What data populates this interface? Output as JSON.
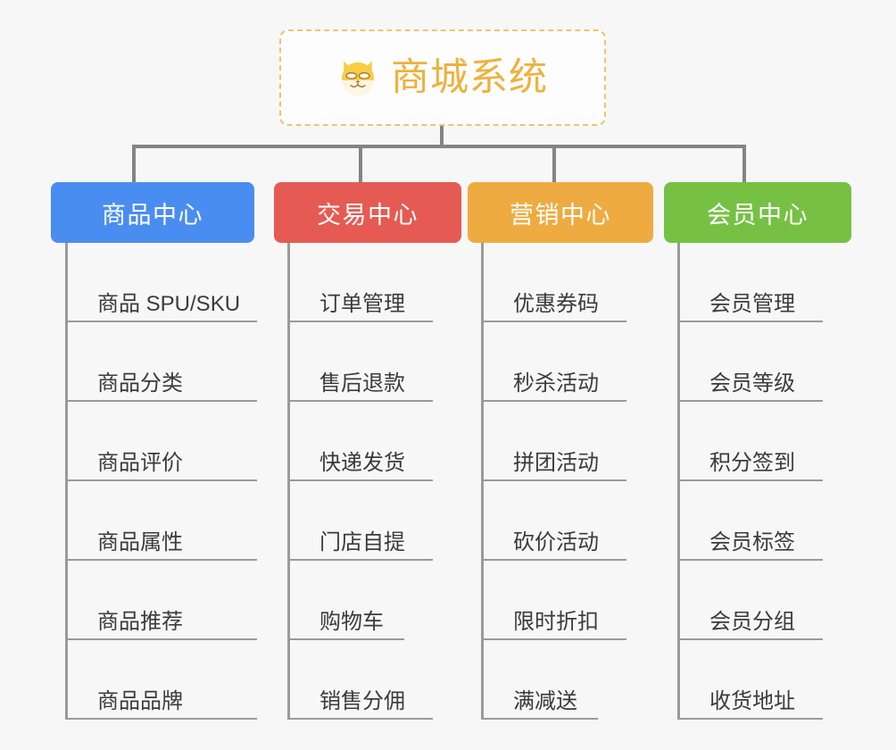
{
  "canvas": {
    "background": "#f7f7f7",
    "line_color": "#848484",
    "rail_color": "#9a9a9a"
  },
  "root": {
    "title": "商城系统",
    "icon": "shiba-dog-face-icon",
    "text_color": "#efb13c",
    "border_color": "#f0c36a"
  },
  "branches": [
    {
      "label": "商品中心",
      "color": "#4a8df0",
      "leaves": [
        "商品 SPU/SKU",
        "商品分类",
        "商品评价",
        "商品属性",
        "商品推荐",
        "商品品牌"
      ]
    },
    {
      "label": "交易中心",
      "color": "#e55b54",
      "leaves": [
        "订单管理",
        "售后退款",
        "快递发货",
        "门店自提",
        "购物车",
        "销售分佣"
      ]
    },
    {
      "label": "营销中心",
      "color": "#eeab41",
      "leaves": [
        "优惠券码",
        "秒杀活动",
        "拼团活动",
        "砍价活动",
        "限时折扣",
        "满减送"
      ]
    },
    {
      "label": "会员中心",
      "color": "#76c144",
      "leaves": [
        "会员管理",
        "会员等级",
        "积分签到",
        "会员标签",
        "会员分组",
        "收货地址"
      ]
    }
  ]
}
